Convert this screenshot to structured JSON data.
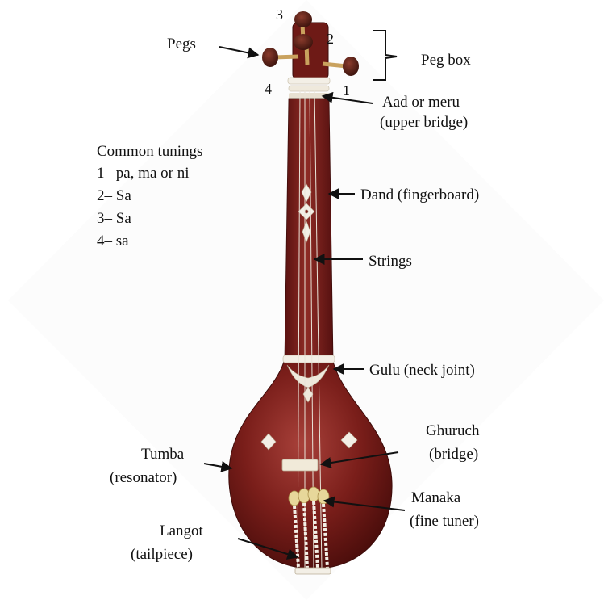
{
  "image": {
    "subject": "Tanpura",
    "colors": {
      "wood": "#7a1e1a",
      "wood_dark": "#4a0d0b",
      "wood_light": "#a8413a",
      "inlay": "#f3efe6",
      "tuner": "#e7d79a",
      "arrow": "#111111",
      "background": "#ffffff"
    }
  },
  "labels": {
    "pegs": "Pegs",
    "peg_box": "Peg box",
    "aad_line1": "Aad or meru",
    "aad_line2": "(upper bridge)",
    "dand": "Dand (fingerboard)",
    "strings": "Strings",
    "gulu": "Gulu (neck joint)",
    "ghuruch_line1": "Ghuruch",
    "ghuruch_line2": "(bridge)",
    "tumba_line1": "Tumba",
    "tumba_line2": "(resonator)",
    "manaka_line1": "Manaka",
    "manaka_line2": "(fine tuner)",
    "langot_line1": "Langot",
    "langot_line2": "(tailpiece)"
  },
  "peg_numbers": {
    "p1": "1",
    "p2": "2",
    "p3": "3",
    "p4": "4"
  },
  "tunings": {
    "title": "Common tunings",
    "items": [
      "1– pa, ma or ni",
      "2– Sa",
      "3– Sa",
      "4– sa"
    ]
  }
}
